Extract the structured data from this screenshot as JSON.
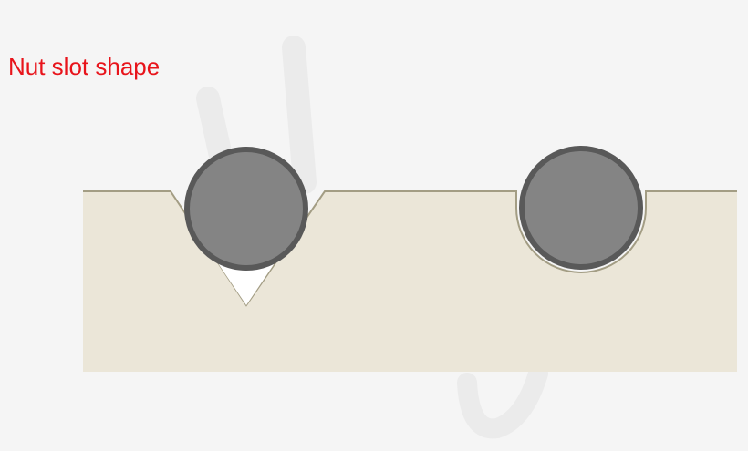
{
  "title": "Nut slot shape",
  "colors": {
    "background": "#f5f5f5",
    "title": "#e8141b",
    "nut_material": "#ebe6d8",
    "nut_edge": "#a39d84",
    "string_fill": "#848484",
    "string_outline": "#595959",
    "watermark": "#ebebeb"
  },
  "slots": [
    {
      "id": "v-slot",
      "shape": "v-shaped"
    },
    {
      "id": "round-slot",
      "shape": "rounded"
    }
  ]
}
